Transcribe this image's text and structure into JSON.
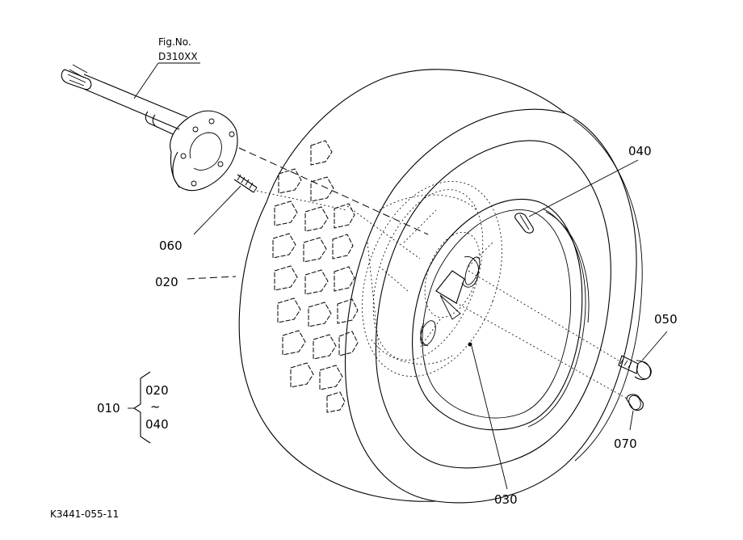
{
  "figure": {
    "fig_no_label": "Fig.No.",
    "fig_no_code": "D310XX",
    "drawing_id": "K3441-055-11"
  },
  "callouts": {
    "p010": "010",
    "p020": "020",
    "p030": "030",
    "p040": "040",
    "p050": "050",
    "p060": "060",
    "p070": "070"
  },
  "assembly_range": {
    "from": "020",
    "tilde": "~",
    "to": "040"
  }
}
